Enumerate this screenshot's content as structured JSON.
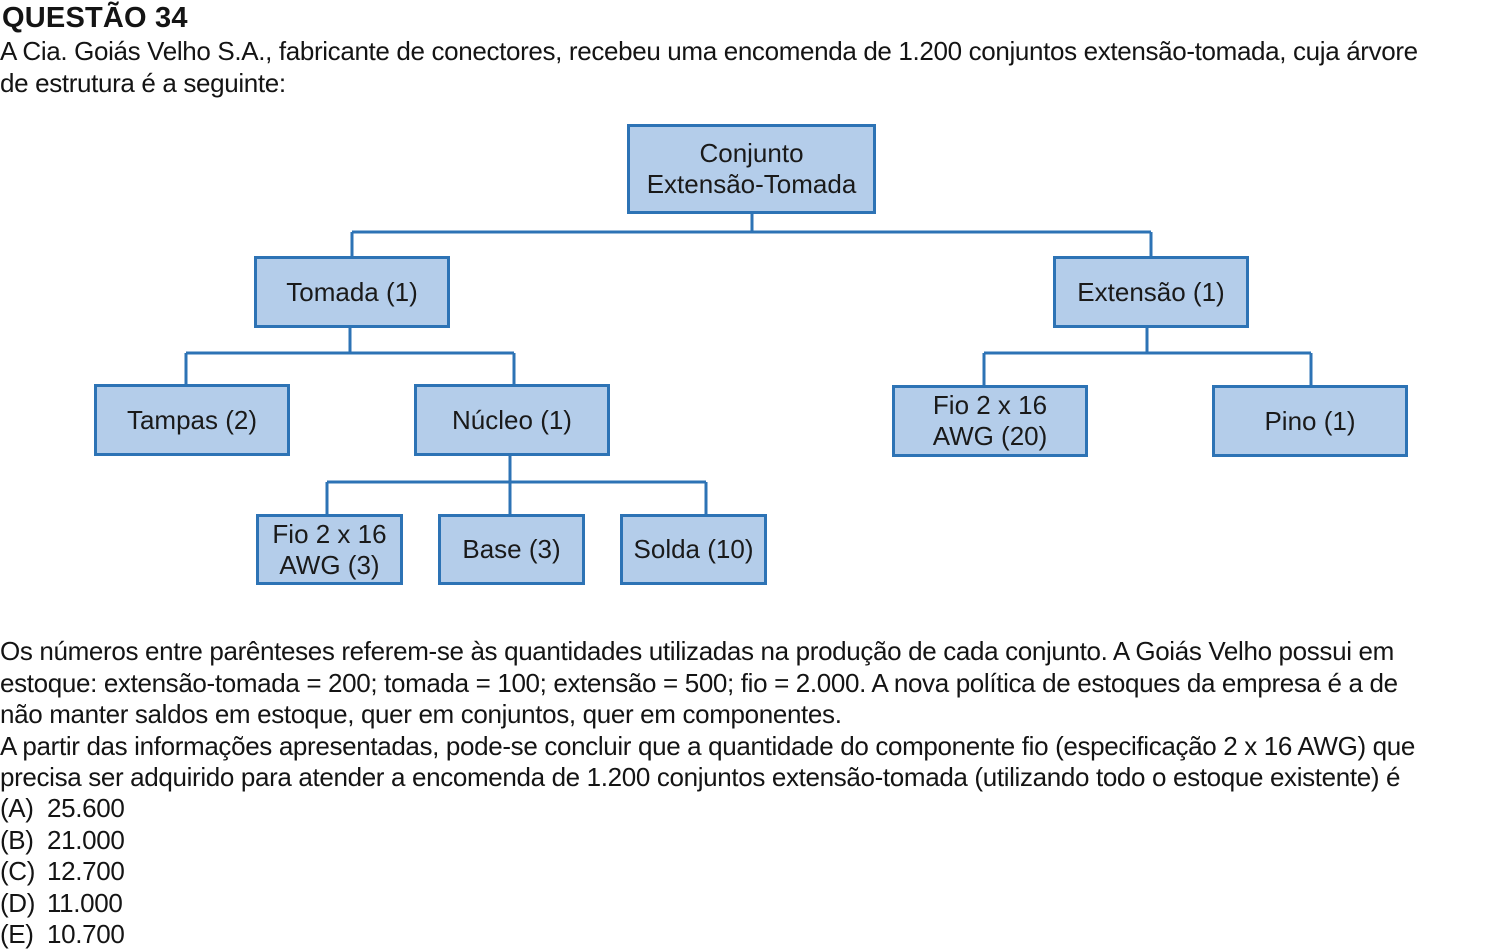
{
  "question": {
    "title": "QUESTÃO 34",
    "intro_line1": "A Cia. Goiás Velho S.A., fabricante de conectores, recebeu uma encomenda de 1.200 conjuntos extensão-tomada, cuja árvore",
    "intro_line2": "de estrutura é a seguinte:"
  },
  "tree": {
    "root": {
      "line1": "Conjunto",
      "line2": "Extensão-Tomada"
    },
    "tomada": "Tomada (1)",
    "extensao": "Extensão (1)",
    "tampas": "Tampas (2)",
    "nucleo": "Núcleo (1)",
    "fio_extensao": {
      "line1": "Fio 2 x 16",
      "line2": "AWG (20)"
    },
    "pino": "Pino (1)",
    "fio_nucleo": {
      "line1": "Fio 2 x 16",
      "line2": "AWG (3)"
    },
    "base": "Base (3)",
    "solda": "Solda (10)"
  },
  "body": {
    "line1": "Os números entre parênteses referem-se às quantidades utilizadas na produção de cada conjunto.  A Goiás Velho possui em",
    "line2": "estoque: extensão-tomada = 200; tomada = 100; extensão = 500; fio = 2.000.  A nova política de estoques da empresa é a de",
    "line3": "não manter saldos em estoque, quer em conjuntos, quer em componentes.",
    "line4": "A partir das informações apresentadas, pode-se concluir que a quantidade do componente fio (especificação 2 x 16 AWG) que",
    "line5": "precisa ser adquirido para atender a encomenda de 1.200 conjuntos extensão-tomada (utilizando todo o estoque existente) é"
  },
  "options": [
    {
      "letter": "(A)",
      "value": "25.600"
    },
    {
      "letter": "(B)",
      "value": "21.000"
    },
    {
      "letter": "(C)",
      "value": "12.700"
    },
    {
      "letter": "(D)",
      "value": "11.000"
    },
    {
      "letter": "(E)",
      "value": "10.700"
    }
  ],
  "colors": {
    "box_fill": "#b4cdea",
    "box_border": "#2d73b5",
    "connector": "#2d73b5"
  }
}
